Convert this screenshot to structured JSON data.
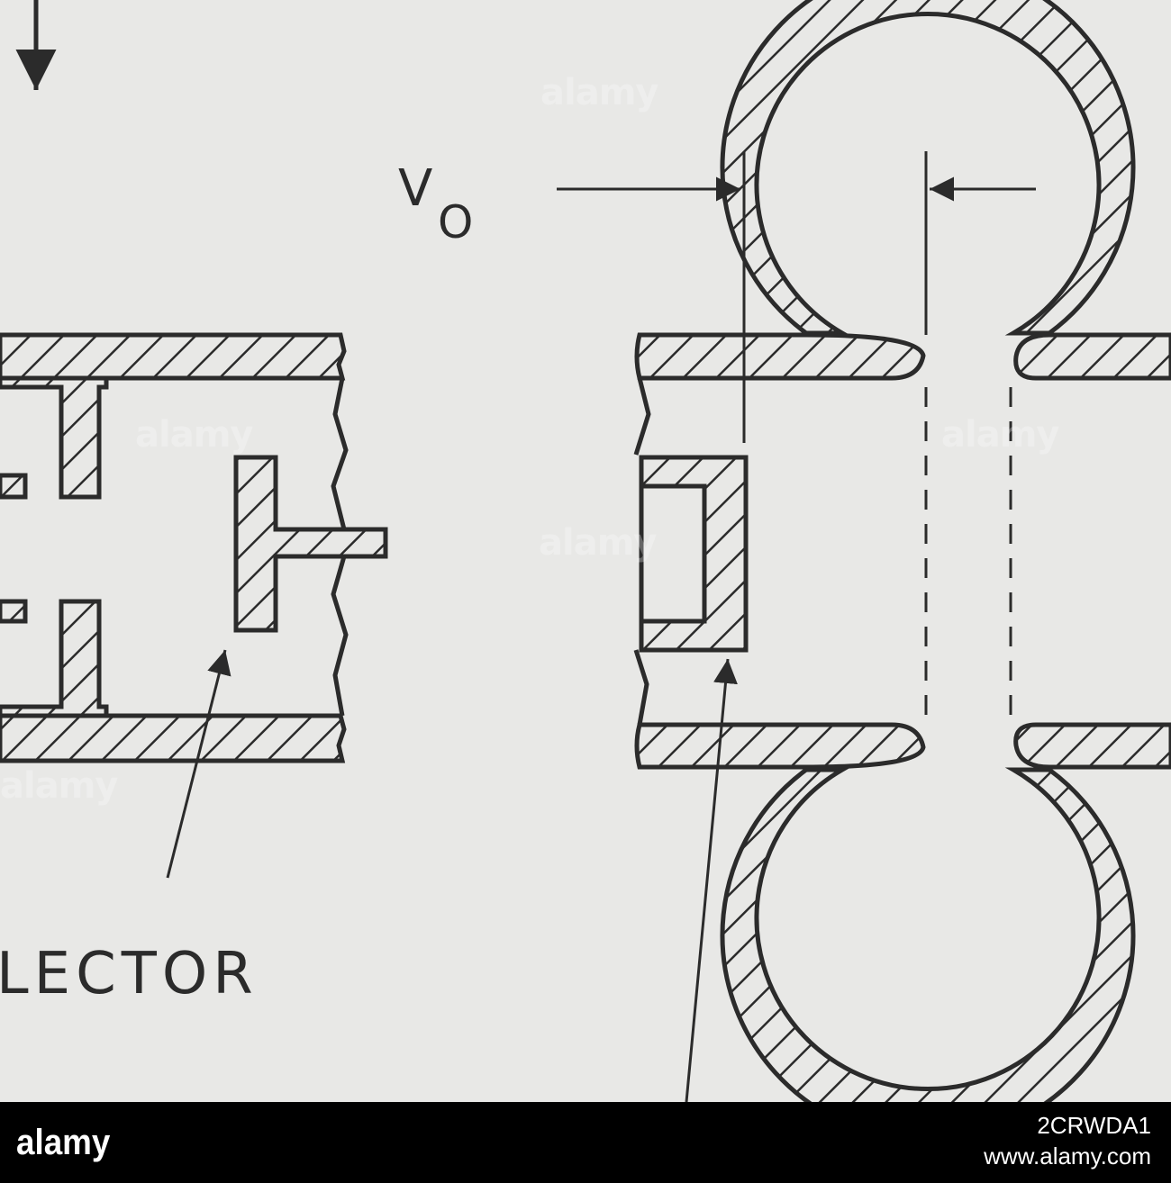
{
  "diagram": {
    "labels": {
      "voltage": "V",
      "voltage_subscript": "O",
      "collector": "LECTOR"
    }
  },
  "watermark": {
    "text": "alamy",
    "image_id": "a"
  },
  "footer": {
    "brand": "alamy",
    "image_id": "2CRWDA1",
    "url": "www.alamy.com"
  },
  "colors": {
    "ink": "#2b2b2b",
    "paper": "#e8e8e6",
    "footer_bg": "#000000",
    "footer_text": "#ffffff"
  }
}
